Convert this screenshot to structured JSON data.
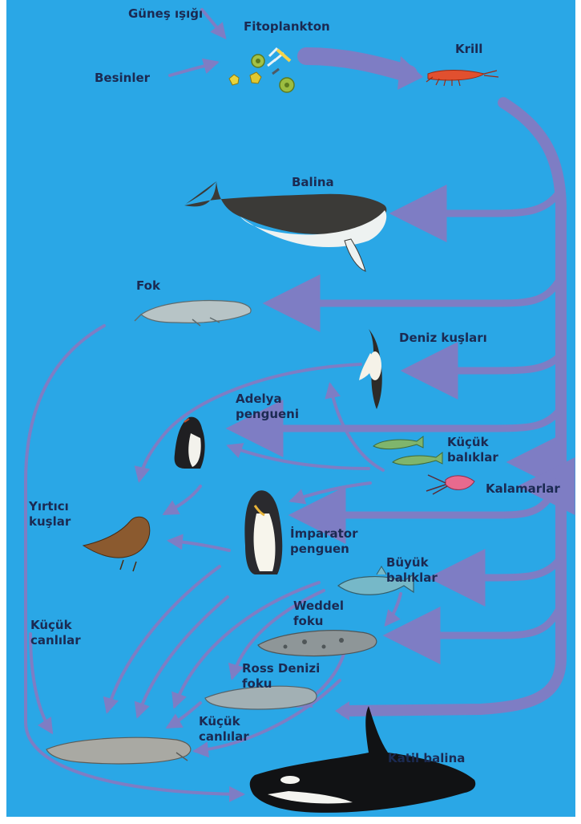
{
  "labels": {
    "gunes_isigi": "Güneş ışığı",
    "fitoplankton": "Fitoplankton",
    "besinler": "Besinler",
    "krill": "Krill",
    "balina": "Balina",
    "fok": "Fok",
    "deniz_kuslari": "Deniz kuşları",
    "adelya_1": "Adelya",
    "adelya_2": "pengueni",
    "kucuk_baliklar_1": "Küçük",
    "kucuk_baliklar_2": "balıklar",
    "kalamarlar": "Kalamarlar",
    "yirtici_1": "Yırtıcı",
    "yirtici_2": "kuşlar",
    "imparator_1": "İmparator",
    "imparator_2": "penguen",
    "buyuk_baliklar_1": "Büyük",
    "buyuk_baliklar_2": "balıklar",
    "weddel_1": "Weddel",
    "weddel_2": "foku",
    "kucuk_canlilar_left_1": "Küçük",
    "kucuk_canlilar_left_2": "canlılar",
    "ross_1": "Ross Denizi",
    "ross_2": "foku",
    "kucuk_canlilar_bottom_1": "Küçük",
    "kucuk_canlilar_bottom_2": "canlılar",
    "katil_balina": "Katil balina"
  },
  "colors": {
    "ocean": "#2aa7e6",
    "arrow": "#7e7dc4",
    "label": "#1b2a52"
  }
}
